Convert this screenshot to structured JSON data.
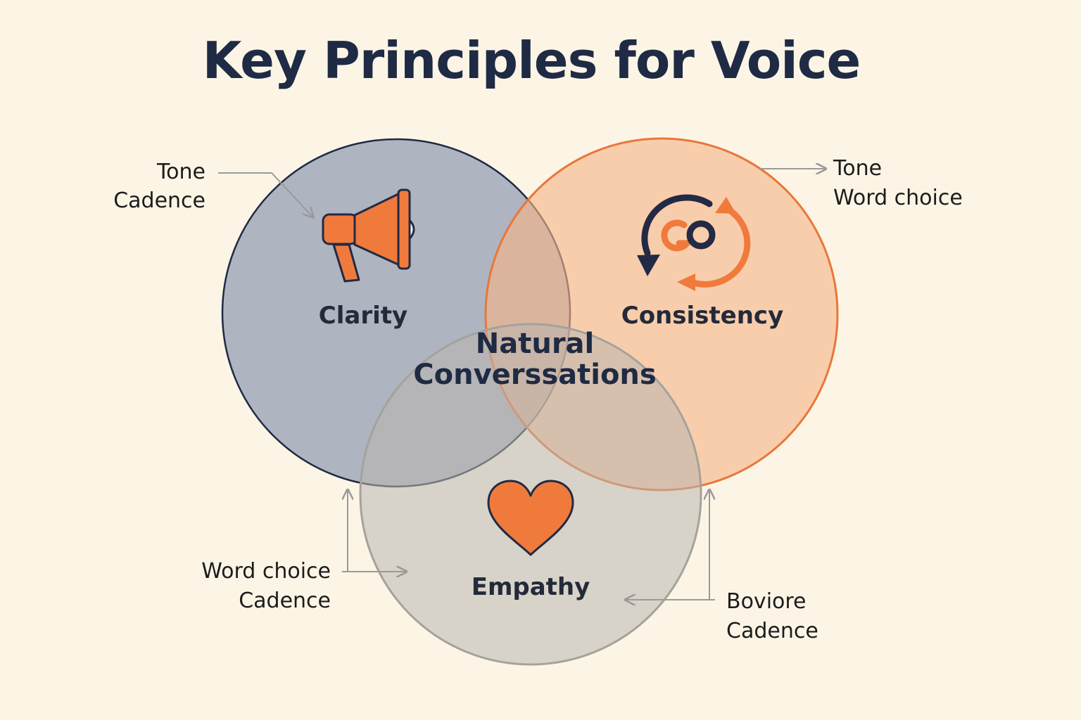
{
  "title": "Key Principles for Voice",
  "colors": {
    "background": "#fcf5e6",
    "navy": "#1f2a44",
    "orange": "#f07a3c",
    "clarity_fill": "#9aa3b8",
    "consistency_fill": "#f7c49a",
    "empathy_fill": "#c4c0b6"
  },
  "center": {
    "line1": "Natural",
    "line2": "Converssations"
  },
  "circles": {
    "clarity": {
      "label": "Clarity",
      "icon": "megaphone-icon"
    },
    "consistency": {
      "label": "Consistency",
      "icon": "cycle-arrows-icon"
    },
    "empathy": {
      "label": "Empathy",
      "icon": "heart-icon"
    }
  },
  "annotations": {
    "top_left": {
      "line1": "Tone",
      "line2": "Cadence"
    },
    "top_right": {
      "line1": "Tone",
      "line2": "Word choice"
    },
    "bottom_left": {
      "line1": "Word choice",
      "line2": "Cadence"
    },
    "bottom_right": {
      "line1": "Boviore",
      "line2": "Cadence"
    }
  }
}
